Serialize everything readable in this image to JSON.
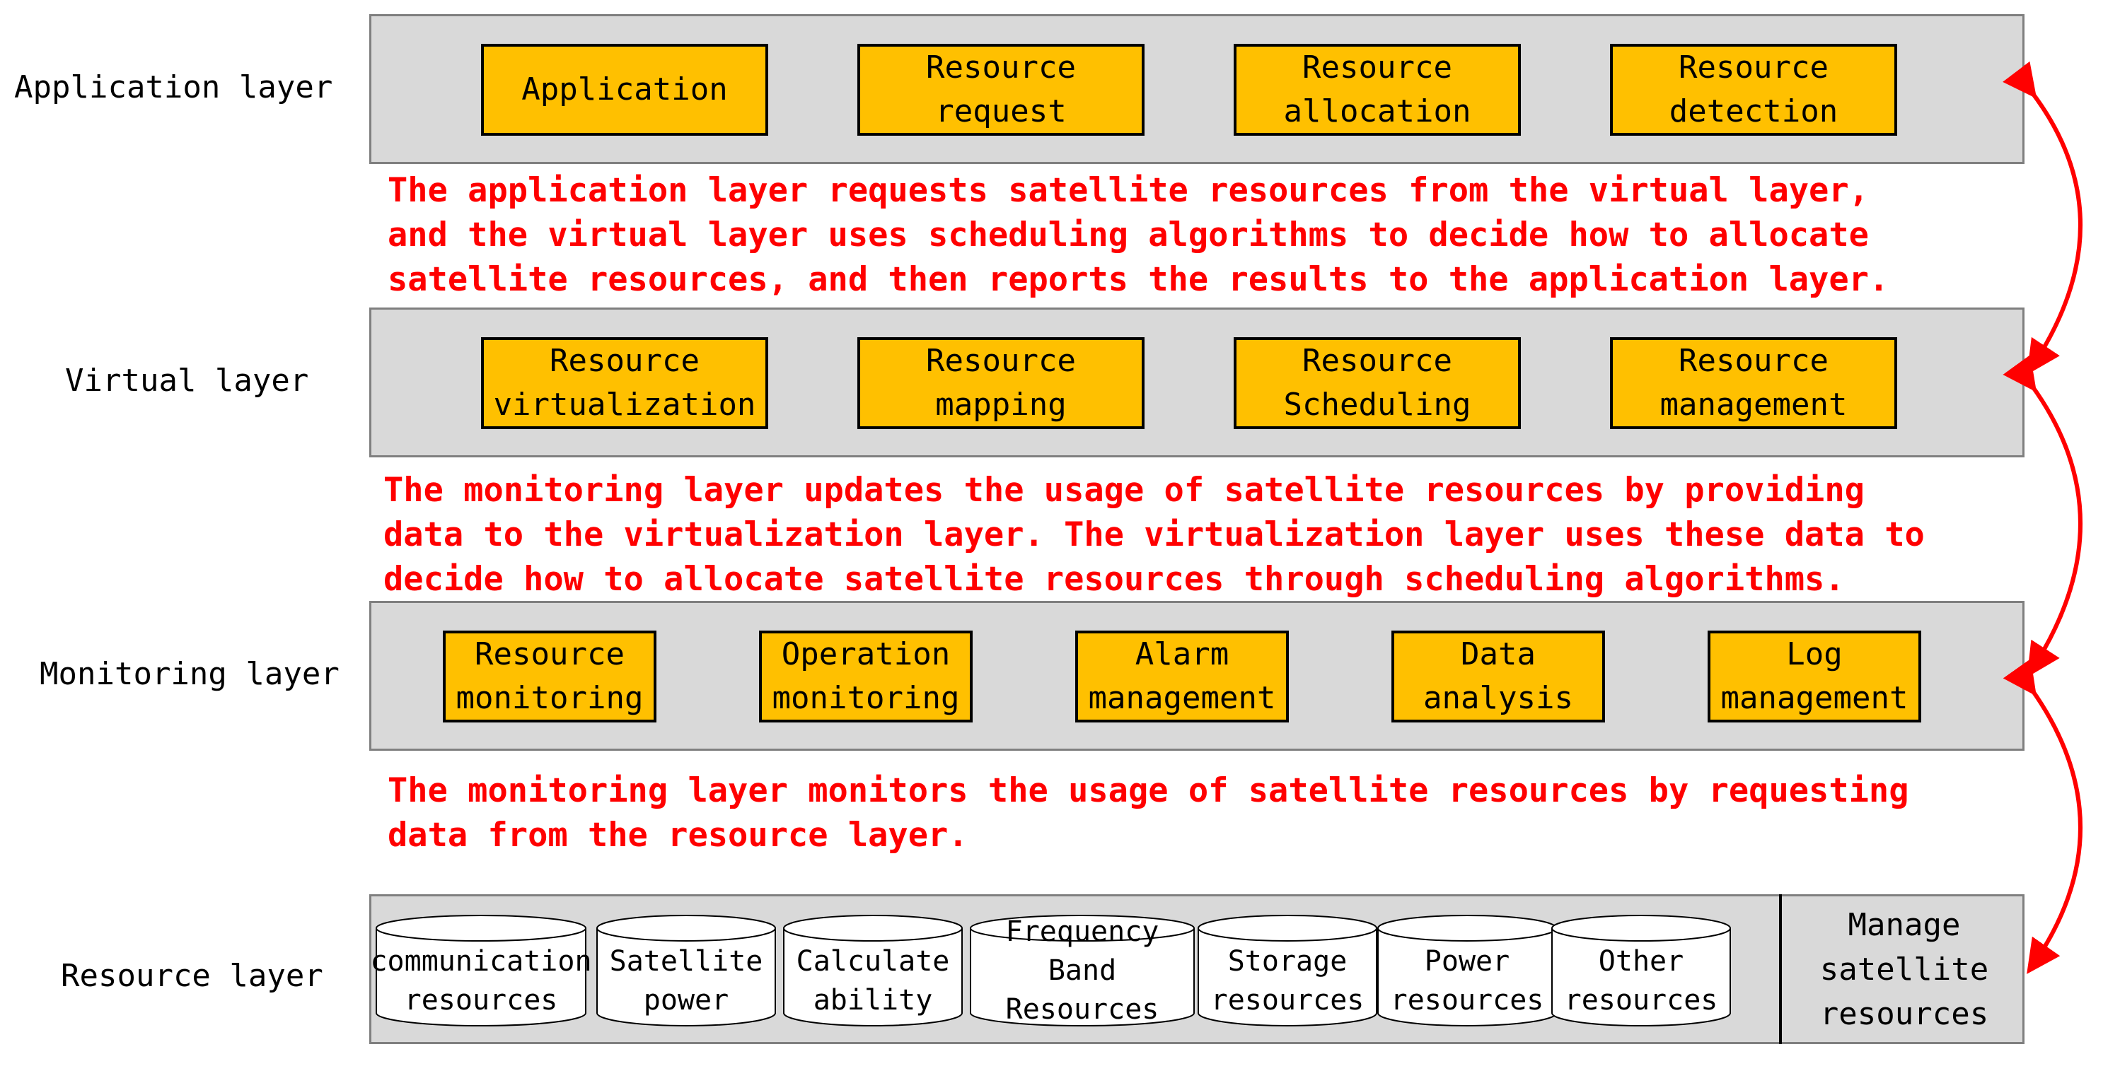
{
  "layers": {
    "application": {
      "label": "Application layer",
      "boxes": [
        "Application",
        "Resource\nrequest",
        "Resource\nallocation",
        "Resource\ndetection"
      ]
    },
    "virtual": {
      "label": "Virtual layer",
      "boxes": [
        "Resource\nvirtualization",
        "Resource\nmapping",
        "Resource\nScheduling",
        "Resource\nmanagement"
      ]
    },
    "monitoring": {
      "label": "Monitoring layer",
      "boxes": [
        "Resource\nmonitoring",
        "Operation\nmonitoring",
        "Alarm\nmanagement",
        "Data\nanalysis",
        "Log\nmanagement"
      ]
    },
    "resource": {
      "label": "Resource layer",
      "cylinders": [
        "communication\nresources",
        "Satellite\npower",
        "Calculate\nability",
        "Frequency\nBand\nResources",
        "Storage\nresources",
        "Power\nresources",
        "Other\nresources"
      ],
      "manage": "Manage\nsatellite\nresources"
    }
  },
  "notes": {
    "app_virtual": "The application layer requests satellite resources from the virtual layer,\nand the virtual layer uses scheduling algorithms to decide how to allocate\nsatellite resources, and then reports the results to the application layer.",
    "virtual_monitoring": "The monitoring layer updates the usage of satellite resources by providing\ndata to the virtualization layer. The virtualization layer uses these data to\ndecide how to allocate satellite resources through scheduling algorithms.",
    "monitoring_resource": "The monitoring layer monitors the usage of satellite resources by requesting\ndata from the resource layer."
  },
  "colors": {
    "box_fill": "#ffc000",
    "panel_fill": "#d9d9d9",
    "note_text": "#ff0000",
    "arrow": "#ff0000"
  }
}
